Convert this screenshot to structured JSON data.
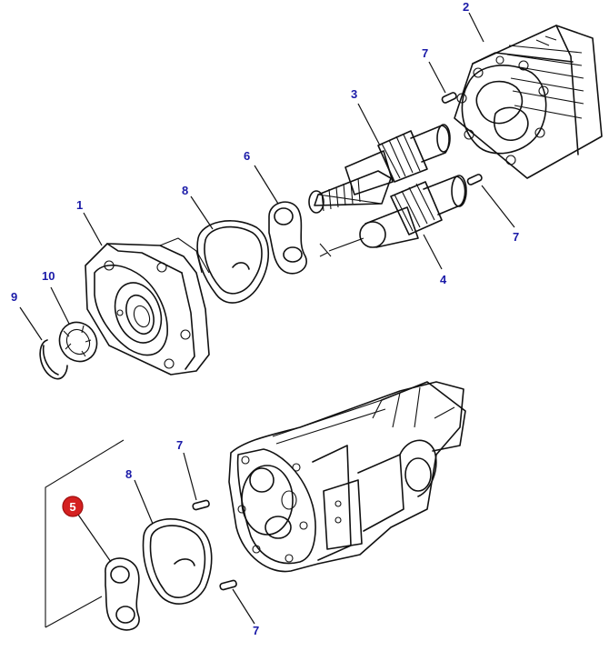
{
  "callout_color": "#1a1aa8",
  "highlight_color": "#d42020",
  "callouts": {
    "c1": "1",
    "c2": "2",
    "c3": "3",
    "c4": "4",
    "c5": "5",
    "c6": "6",
    "c7a": "7",
    "c7b": "7",
    "c7c": "7",
    "c7d": "7",
    "c8a": "8",
    "c8b": "8",
    "c9": "9",
    "c10": "10"
  },
  "highlighted_part": "5"
}
